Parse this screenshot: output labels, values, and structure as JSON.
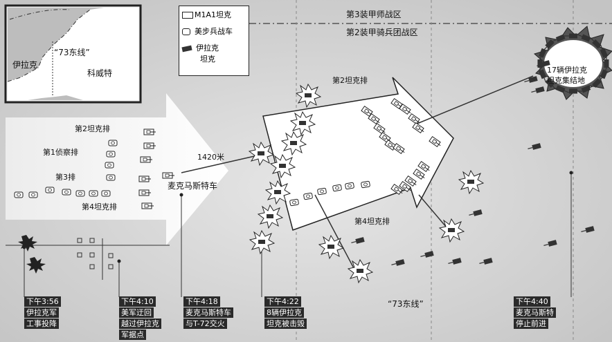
{
  "legend": {
    "m1a1": "M1A1坦克",
    "ifv": "美步兵战车",
    "iraqi_tank_1": "伊拉克",
    "iraqi_tank_2": "坦克"
  },
  "inset_map": {
    "iraq": "伊拉克",
    "line": "“73东线”",
    "kuwait": "科威特"
  },
  "zones": {
    "armored_div": "第3装甲师战区",
    "cavalry": "第2装甲骑兵团战区"
  },
  "labels": {
    "platoon2_left": "第2坦克排",
    "recon1": "第1侦察排",
    "platoon3": "第3排",
    "platoon4_left": "第4坦克排",
    "distance": "1420米",
    "mcmaster": "麦克马斯特车",
    "platoon2_right": "第2坦克排",
    "platoon4_right": "第4坦克排",
    "assembly_1": "17辆伊拉克",
    "assembly_2": "坦克集结地",
    "line_73_bottom": "“73东线”"
  },
  "timeline": [
    {
      "time": "下午3:56",
      "desc": [
        "伊拉克军",
        "工事投降"
      ]
    },
    {
      "time": "下午4:10",
      "desc": [
        "美军迂回",
        "越过伊拉克",
        "军据点"
      ]
    },
    {
      "time": "下午4:18",
      "desc": [
        "麦克马斯特车",
        "与T-72交火"
      ]
    },
    {
      "time": "下午4:22",
      "desc": [
        "8辆伊拉克",
        "坦克被击毁"
      ]
    },
    {
      "time": "下午4:40",
      "desc": [
        "麦克马斯特",
        "停止前进"
      ]
    }
  ]
}
